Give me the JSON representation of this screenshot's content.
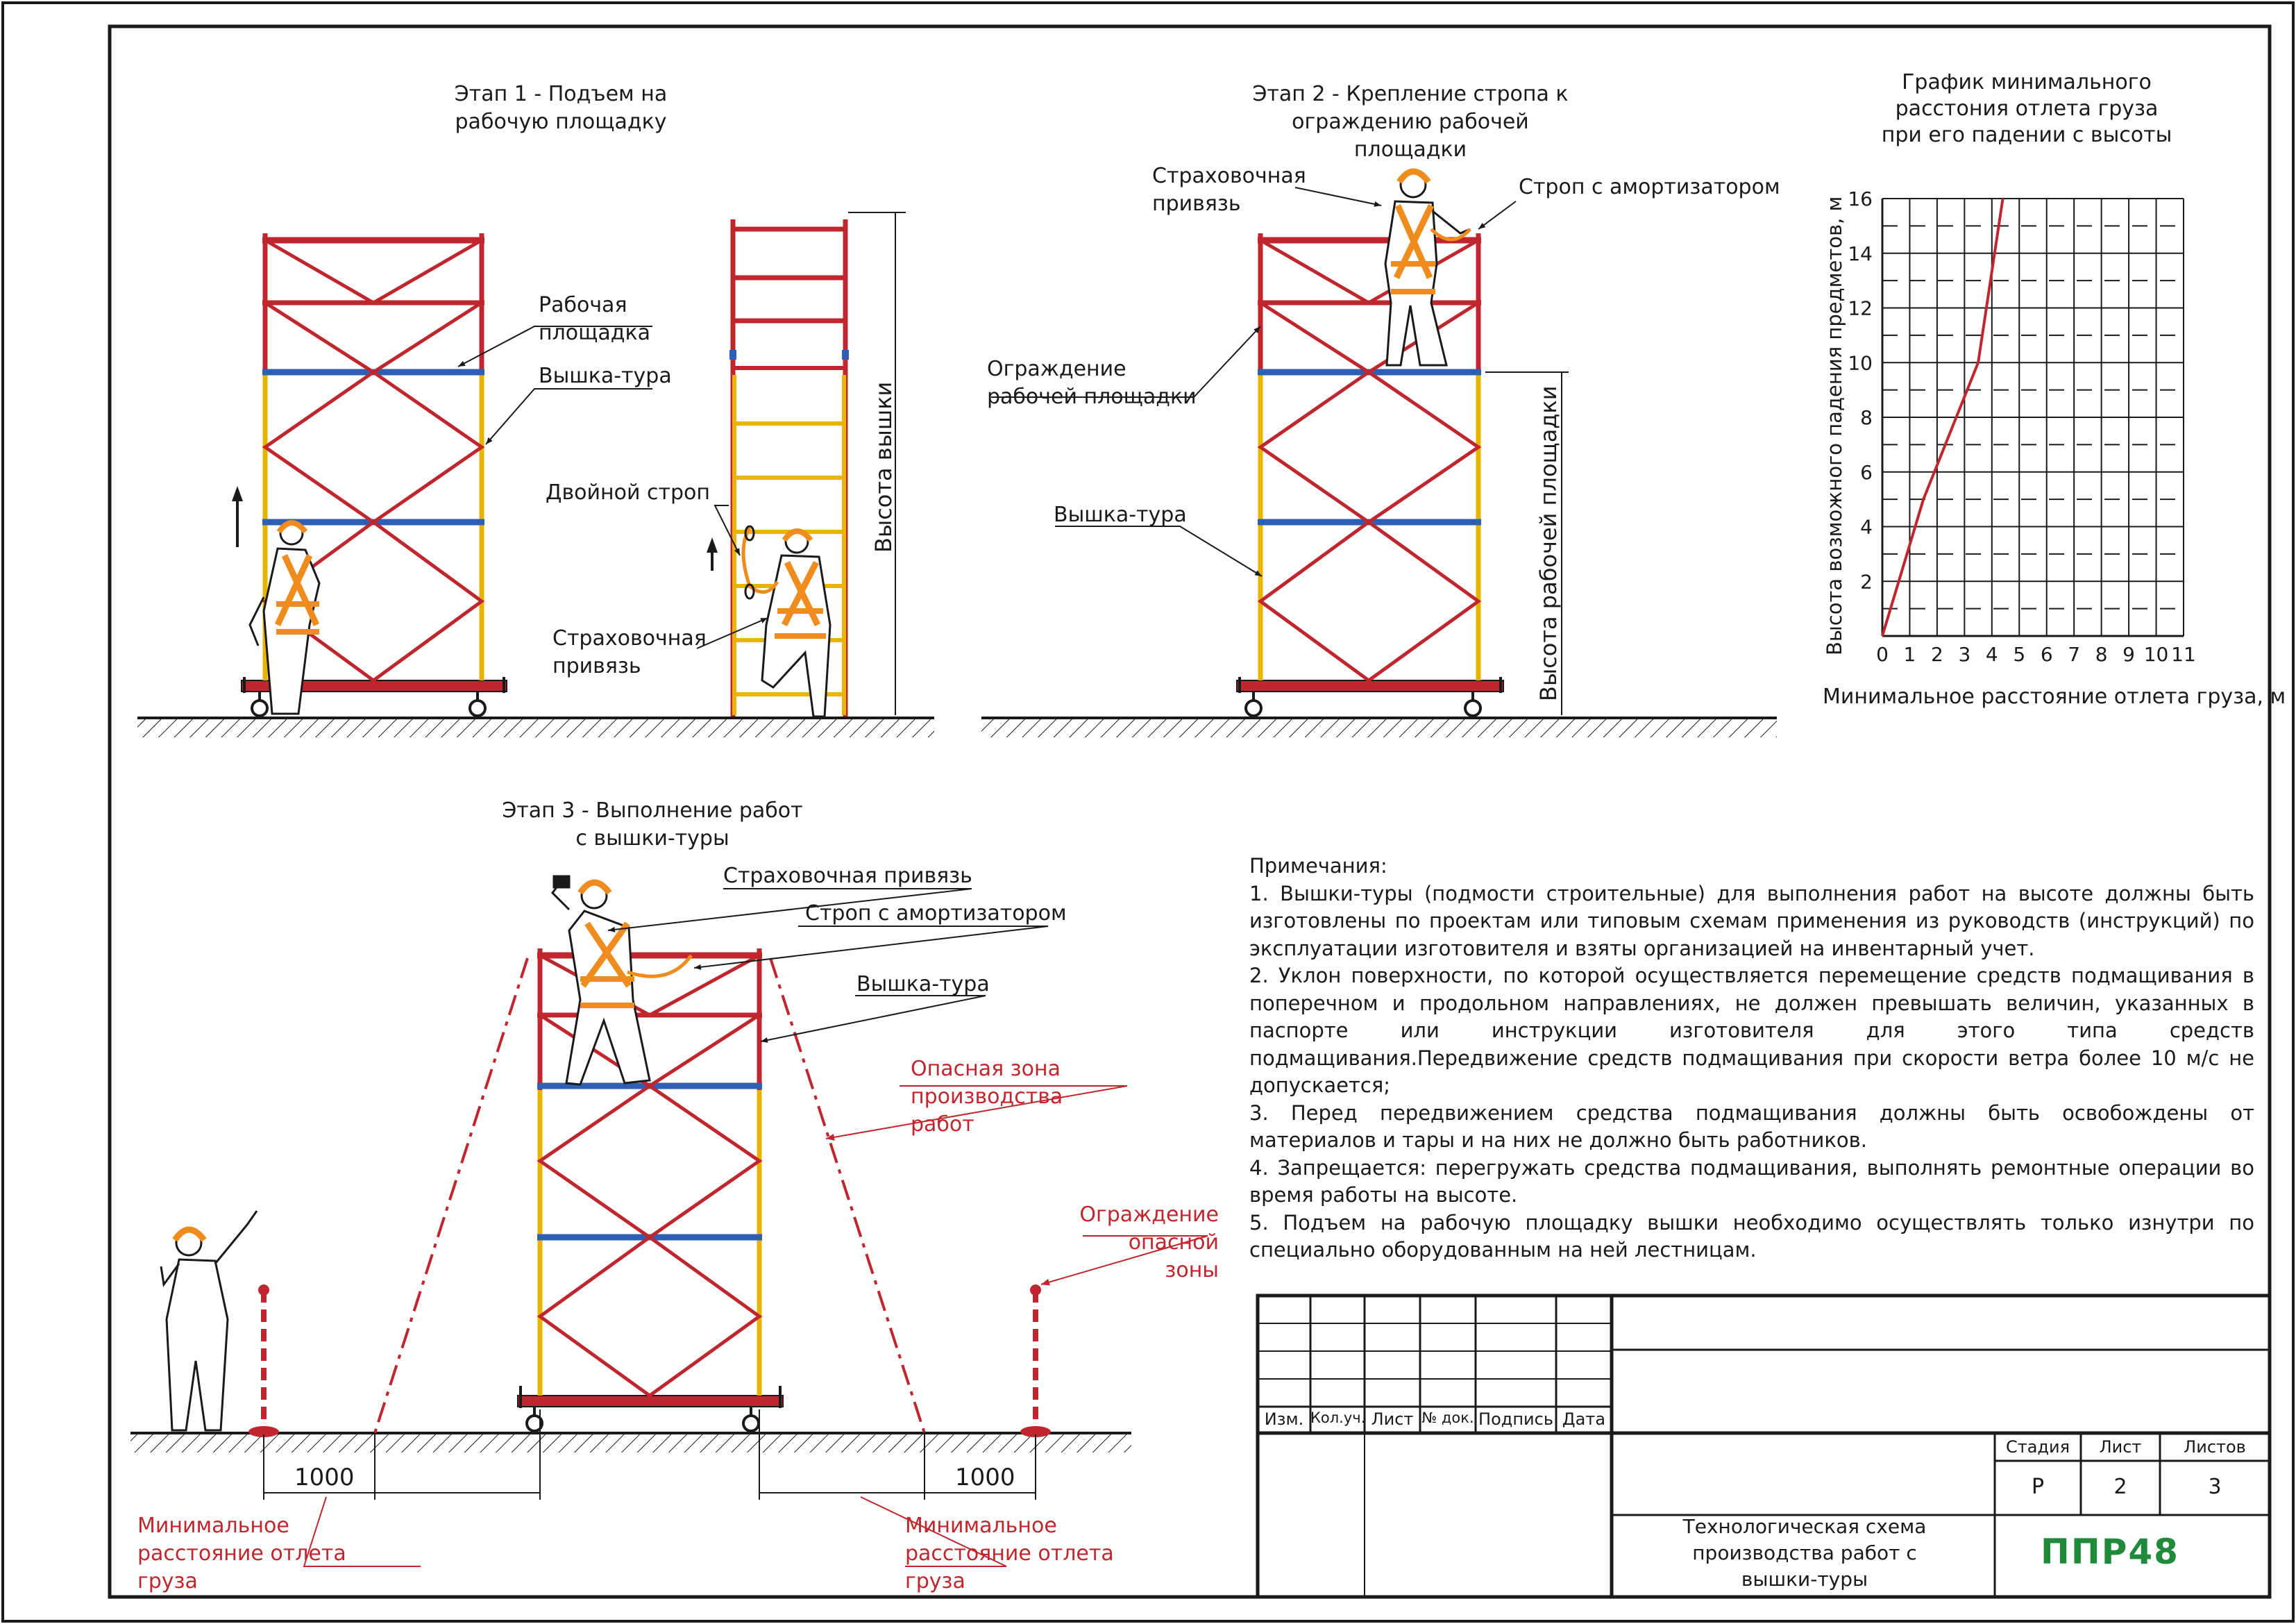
{
  "stage1": {
    "title": "Этап 1 - Подъем на рабочую площадку",
    "work_platform": "Рабочая площадка",
    "tower": "Вышка-тура",
    "double_sling": "Двойной строп",
    "harness": "Страховочная привязь",
    "tower_height": "Высота вышки"
  },
  "stage2": {
    "title": "Этап 2 - Крепление стропа к ограждению рабочей площадки",
    "harness": "Страховочная привязь",
    "sling_absorber": "Строп с амортизатором",
    "platform_fence": "Ограждение рабочей площадки",
    "tower": "Вышка-тура",
    "platform_height": "Высота рабочей площадки"
  },
  "stage3": {
    "title": "Этап 3 - Выполнение работ с вышки-туры",
    "harness": "Страховочная привязь",
    "sling_absorber": "Строп с амортизатором",
    "tower": "Вышка-тура",
    "danger_zone": "Опасная зона производства работ",
    "zone_fence": "Ограждение опасной зоны",
    "dim_left": "1000",
    "dim_right": "1000",
    "min_distance_left": "Минимальное расстояние отлета груза",
    "min_distance_right": "Минимальное расстояние отлета груза"
  },
  "colors": {
    "frame_red": "#c0262d",
    "frame_yellow": "#e8b400",
    "frame_blue": "#2d5fb4",
    "harness_orange": "#f08c1e",
    "logo_green": "#1f8a3a",
    "line": "#1a1a1a"
  },
  "chart_data": {
    "type": "line",
    "title": "График минимального расстония отлета груза при его падении с высоты",
    "xlabel": "Минимальное расстояние отлета груза, м",
    "ylabel": "Высота возможного падения предметов, м",
    "xlim": [
      0,
      11
    ],
    "ylim": [
      0,
      16
    ],
    "x_ticks": [
      "0",
      "1",
      "2",
      "3",
      "4",
      "5",
      "6",
      "7",
      "8",
      "9",
      "10",
      "11"
    ],
    "y_ticks": [
      "2",
      "4",
      "6",
      "8",
      "10",
      "12",
      "14",
      "16"
    ],
    "grid": true,
    "series": [
      {
        "x": [
          0,
          1.5,
          3.5,
          4.4
        ],
        "y": [
          0,
          5,
          10,
          16
        ]
      }
    ]
  },
  "notes": {
    "heading": "Примечания:",
    "items": [
      "1. Вышки-туры (подмости строительные) для выполнения работ на высоте должны быть изготовлены по проектам или типовым схемам применения из руководств (инструкций) по эксплуатации изготовителя и взяты организацией на инвентарный учет.",
      "2. Уклон поверхности, по которой осуществляется перемещение средств подмащивания в поперечном и продольном направлениях, не должен превышать величин, указанных в паспорте или инструкции изготовителя для этого типа средств подмащивания.Передвижение средств подмащивания при скорости ветра более 10 м/с не допускается;",
      "3. Перед передвижением средства подмащивания должны быть освобождены от материалов и тары и на них не должно быть работников.",
      "4. Запрещается: перегружать средства подмащивания, выполнять ремонтные операции во время работы на высоте.",
      "5. Подъем на рабочую площадку вышки необходимо осуществлять только изнутри по специально оборудованным на ней лестницам."
    ]
  },
  "title_block": {
    "headers": [
      "Изм.",
      "Кол.уч.",
      "Лист",
      "№ док.",
      "Подпись",
      "Дата"
    ],
    "stage_label": "Стадия",
    "sheet_label": "Лист",
    "sheets_label": "Листов",
    "stage_value": "Р",
    "sheet_value": "2",
    "sheets_value": "3",
    "doc_title": "Технологическая схема производства работ с вышки-туры",
    "logo": "ППР48"
  }
}
